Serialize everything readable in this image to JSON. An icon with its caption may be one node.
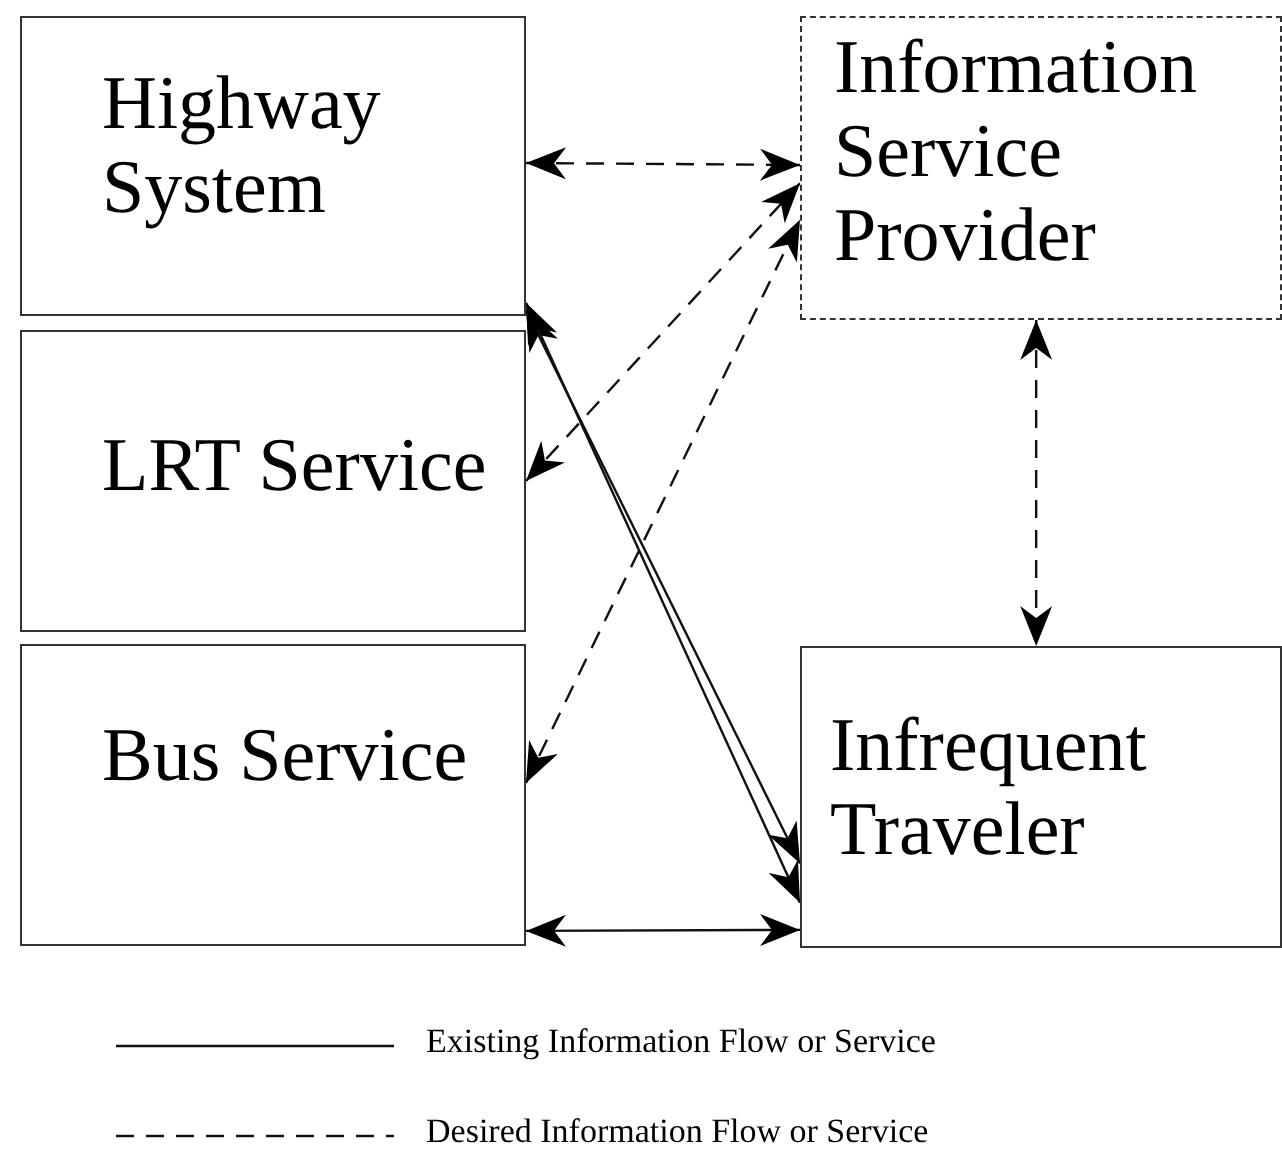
{
  "diagram": {
    "nodes": [
      {
        "text": [
          "Highway System"
        ]
      },
      {
        "text": [
          "LRT Service"
        ]
      },
      {
        "text": [
          "Bus Service"
        ]
      },
      {
        "text": [
          "Information Service Provider"
        ]
      },
      {
        "text": [
          "Infrequent Traveler"
        ]
      }
    ],
    "edges": [
      {
        "from": 0,
        "to": 3,
        "arrow": "both",
        "style": "dashed"
      },
      {
        "from": 1,
        "to": 3,
        "arrow": "both",
        "style": "dashed"
      },
      {
        "from": 2,
        "to": 3,
        "arrow": "both",
        "style": "dashed"
      },
      {
        "from": 0,
        "to": 4,
        "arrow": "both"
      },
      {
        "from": 1,
        "to": 4,
        "arrow": "both"
      },
      {
        "from": 2,
        "to": 4,
        "arrow": "both"
      },
      {
        "from": 3,
        "to": 4,
        "arrow": "both",
        "style": "dashed"
      }
    ],
    "legend": [
      {
        "text": "Existing Information Flow or Service"
      },
      {
        "text": "Desired Information Flow or Service"
      }
    ]
  }
}
